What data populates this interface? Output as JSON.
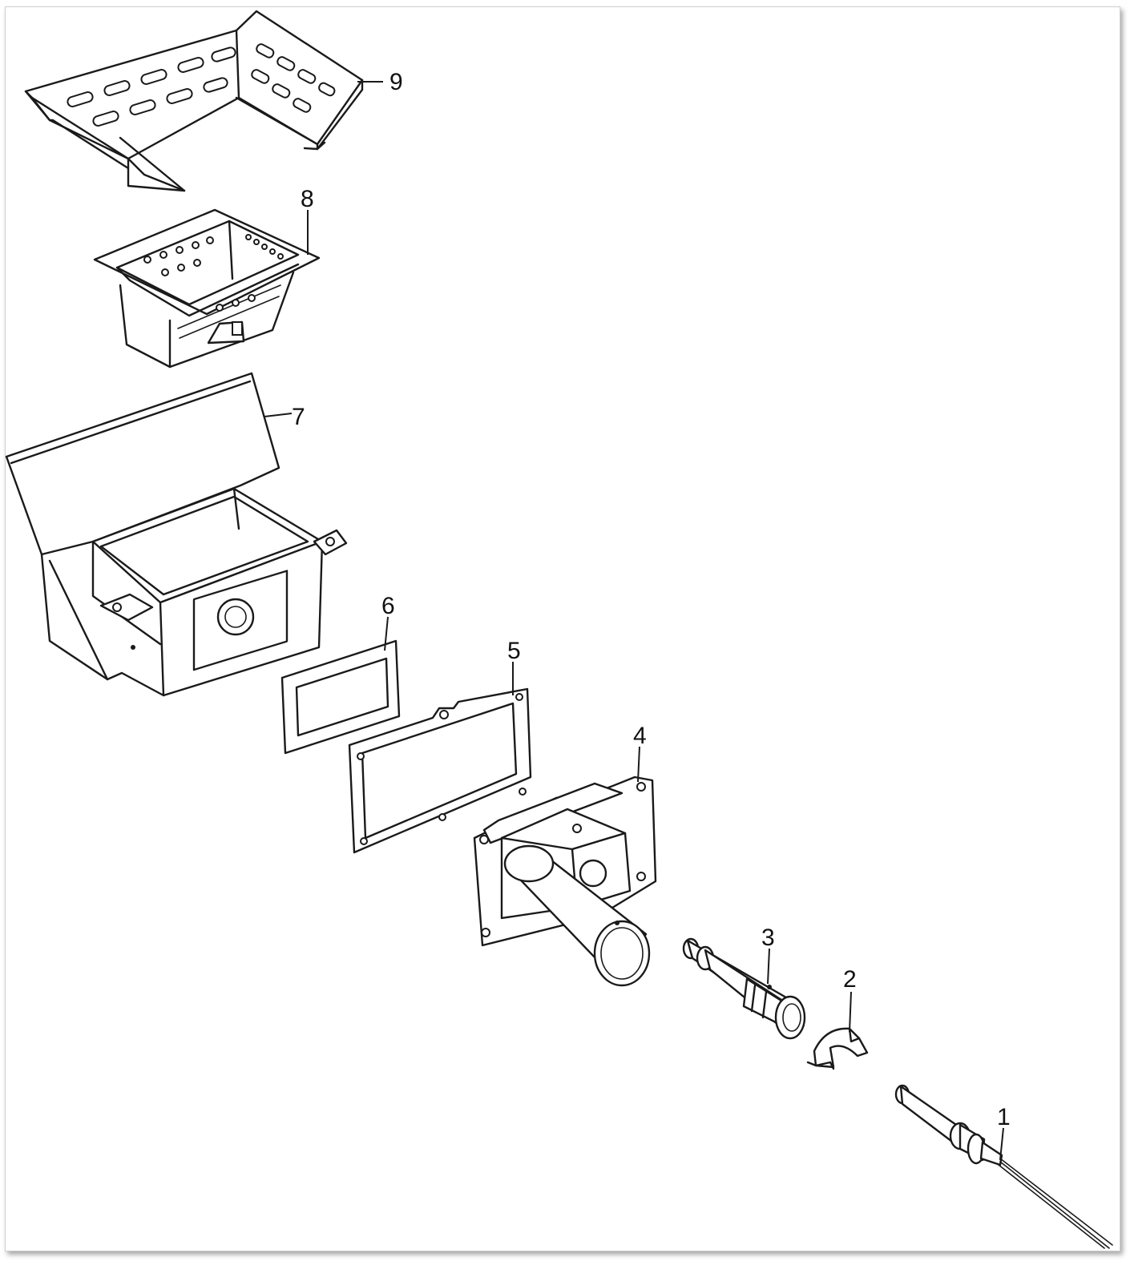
{
  "diagram": {
    "callouts": [
      {
        "id": "1",
        "label": "1"
      },
      {
        "id": "2",
        "label": "2"
      },
      {
        "id": "3",
        "label": "3"
      },
      {
        "id": "4",
        "label": "4"
      },
      {
        "id": "5",
        "label": "5"
      },
      {
        "id": "6",
        "label": "6"
      },
      {
        "id": "7",
        "label": "7"
      },
      {
        "id": "8",
        "label": "8"
      },
      {
        "id": "9",
        "label": "9"
      }
    ],
    "colors": {
      "line": "#1a1a1a",
      "background": "#ffffff",
      "frame_border": "#cfcfcf"
    }
  }
}
